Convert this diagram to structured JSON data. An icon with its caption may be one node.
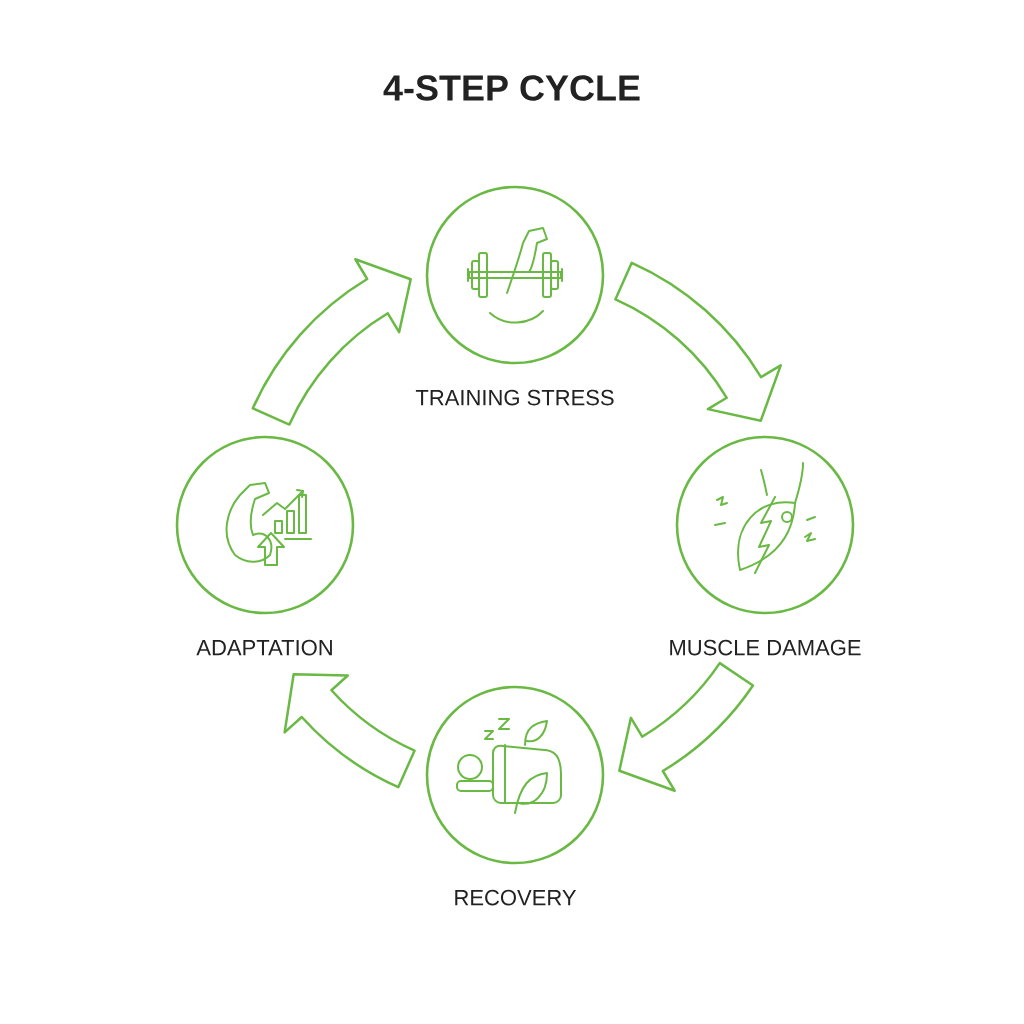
{
  "diagram": {
    "title": "4-STEP CYCLE",
    "nodes": [
      {
        "text": [
          "TRAINING STRESS"
        ]
      },
      {
        "text": [
          "MUSCLE DAMAGE"
        ]
      },
      {
        "text": [
          "RECOVERY"
        ]
      },
      {
        "text": [
          "ADAPTATION"
        ]
      }
    ],
    "edges": [
      {
        "from": 0,
        "to": 1,
        "arrow": "to"
      },
      {
        "from": 1,
        "to": 2,
        "arrow": "to"
      },
      {
        "from": 2,
        "to": 3,
        "arrow": "to"
      },
      {
        "from": 3,
        "to": 0,
        "arrow": "to"
      }
    ]
  }
}
